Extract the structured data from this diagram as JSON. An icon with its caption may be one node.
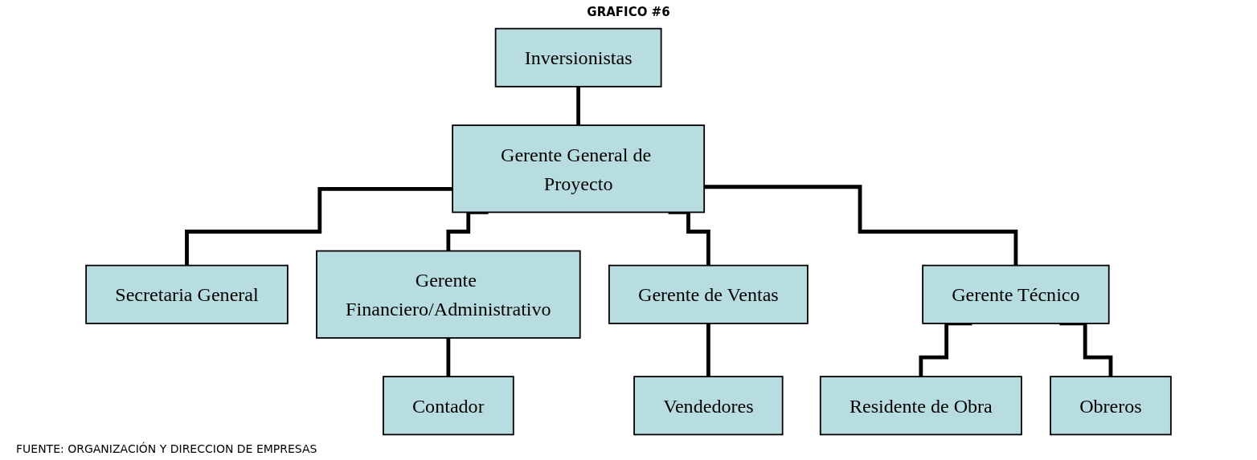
{
  "diagram": {
    "title": "GRAFICO #6",
    "caption": "FUENTE: ORGANIZACIÓN Y DIRECCION DE EMPRESAS",
    "nodes": [
      {
        "text": [
          "Inversionistas"
        ]
      },
      {
        "text": [
          "Gerente General de Proyecto"
        ]
      },
      {
        "text": [
          "Secretaria General"
        ]
      },
      {
        "text": [
          "Gerente Financiero/Administrativo"
        ]
      },
      {
        "text": [
          "Contador"
        ]
      },
      {
        "text": [
          "Gerente de Ventas"
        ]
      },
      {
        "text": [
          "Vendedores"
        ]
      },
      {
        "text": [
          "Gerente Técnico"
        ]
      },
      {
        "text": [
          "Residente de Obra"
        ]
      },
      {
        "text": [
          "Obreros"
        ]
      }
    ],
    "edges": [
      {
        "from": 0,
        "to": 1,
        "arrow": "none"
      },
      {
        "from": 1,
        "to": 2,
        "arrow": "none"
      },
      {
        "from": 1,
        "to": 3,
        "arrow": "none"
      },
      {
        "from": 1,
        "to": 5,
        "arrow": "none"
      },
      {
        "from": 1,
        "to": 7,
        "arrow": "none"
      },
      {
        "from": 3,
        "to": 4,
        "arrow": "none"
      },
      {
        "from": 5,
        "to": 6,
        "arrow": "none"
      },
      {
        "from": 7,
        "to": 8,
        "arrow": "none"
      },
      {
        "from": 7,
        "to": 9,
        "arrow": "none"
      }
    ]
  }
}
